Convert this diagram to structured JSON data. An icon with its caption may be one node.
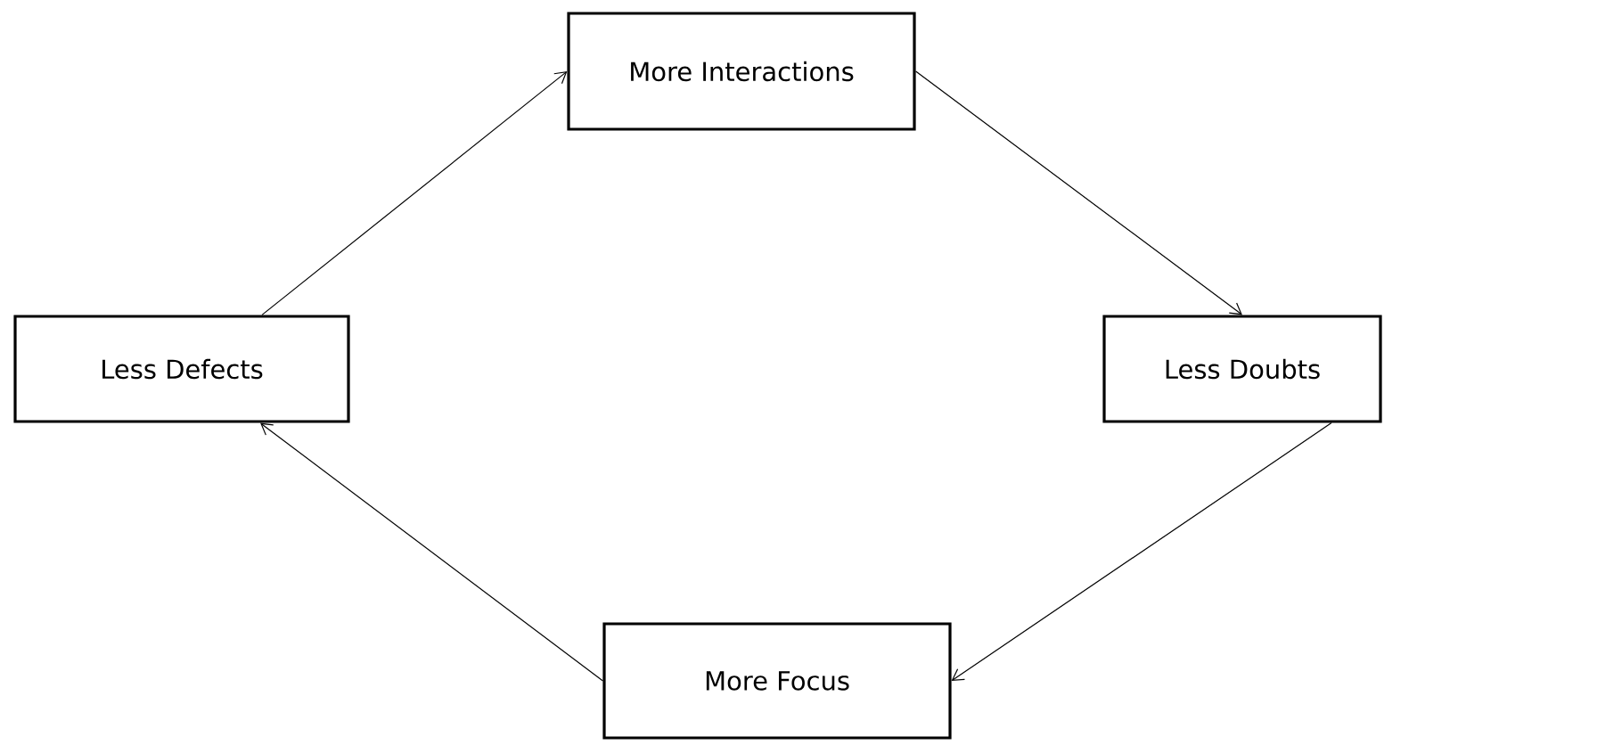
{
  "diagram": {
    "nodes": [
      {
        "text": [
          "More Interactions"
        ]
      },
      {
        "text": [
          "Less Doubts"
        ]
      },
      {
        "text": [
          "More Focus"
        ]
      },
      {
        "text": [
          "Less Defects"
        ]
      }
    ],
    "edges": [
      {
        "from": 3,
        "to": 0,
        "arrow": "to"
      },
      {
        "from": 0,
        "to": 1,
        "arrow": "to"
      },
      {
        "from": 1,
        "to": 2,
        "arrow": "to"
      },
      {
        "from": 2,
        "to": 3,
        "arrow": "to"
      }
    ]
  }
}
